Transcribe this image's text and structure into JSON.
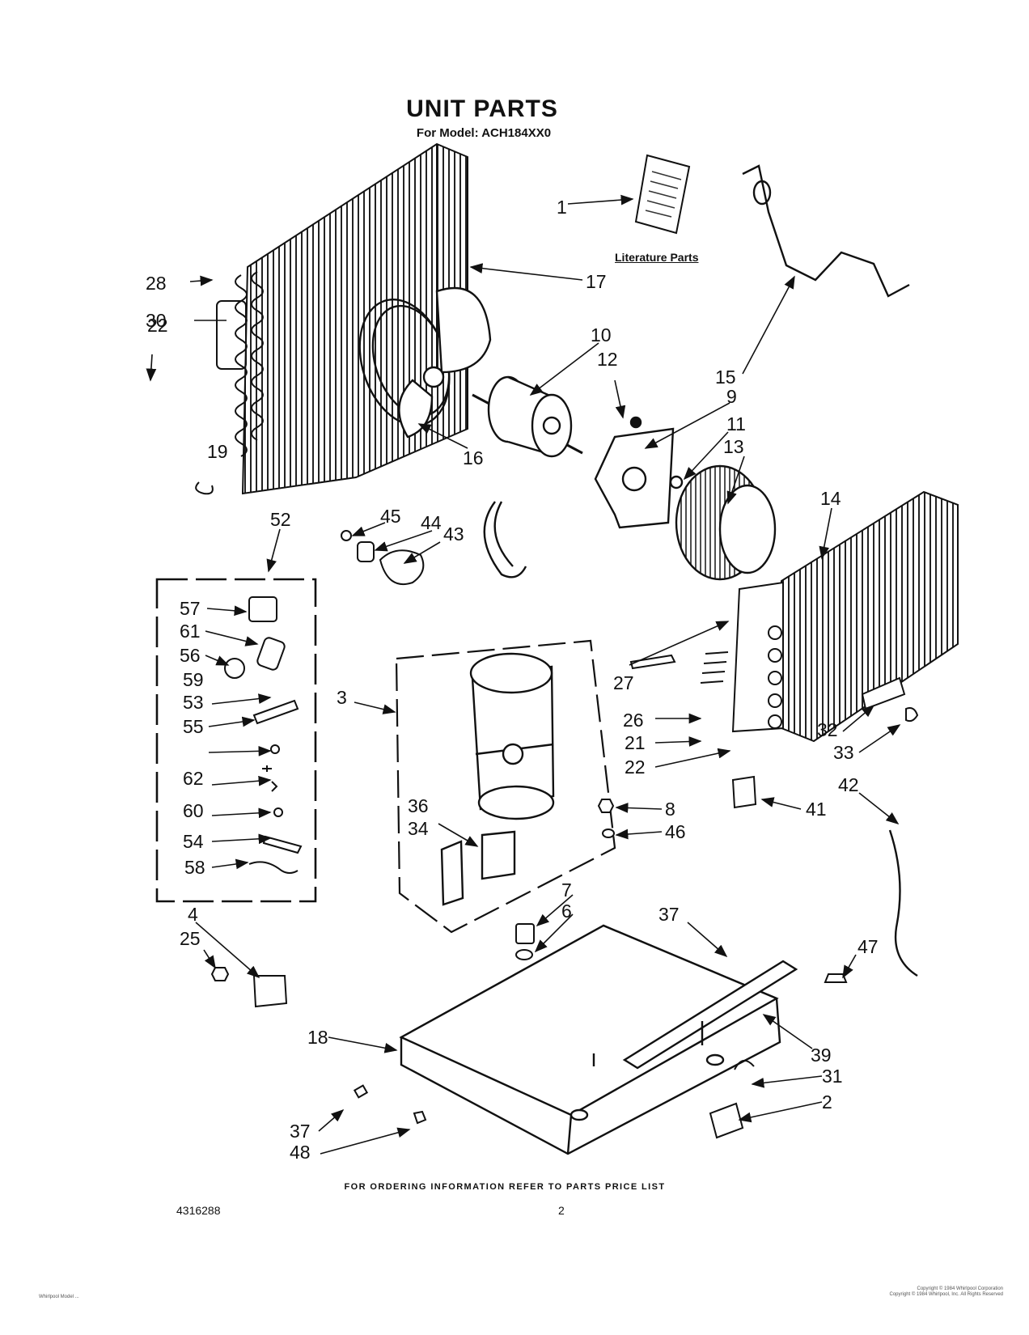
{
  "header": {
    "title": "UNIT PARTS",
    "subtitle": "For Model: ACH184XX0"
  },
  "literature_label": "Literature Parts",
  "footer": {
    "ordering_note": "FOR ORDERING INFORMATION REFER TO PARTS PRICE LIST",
    "document_number": "4316288",
    "page_number": "2",
    "copyright_lines": [
      "Copyright © 1984 Whirlpool Corporation",
      "Copyright © 1984 Whirlpool, Inc. All Rights Reserved"
    ],
    "footer_left_text": "Whirlpool Model ..."
  },
  "part_labels": [
    "1",
    "2",
    "3",
    "4",
    "6",
    "7",
    "8",
    "9",
    "10",
    "11",
    "12",
    "13",
    "14",
    "15",
    "16",
    "17",
    "18",
    "19",
    "21",
    "22",
    "22",
    "25",
    "26",
    "27",
    "28",
    "30",
    "31",
    "32",
    "33",
    "34",
    "36",
    "37",
    "37",
    "39",
    "41",
    "42",
    "43",
    "44",
    "45",
    "46",
    "47",
    "48",
    "52",
    "53",
    "54",
    "55",
    "56",
    "57",
    "58",
    "59",
    "60",
    "61",
    "62"
  ]
}
